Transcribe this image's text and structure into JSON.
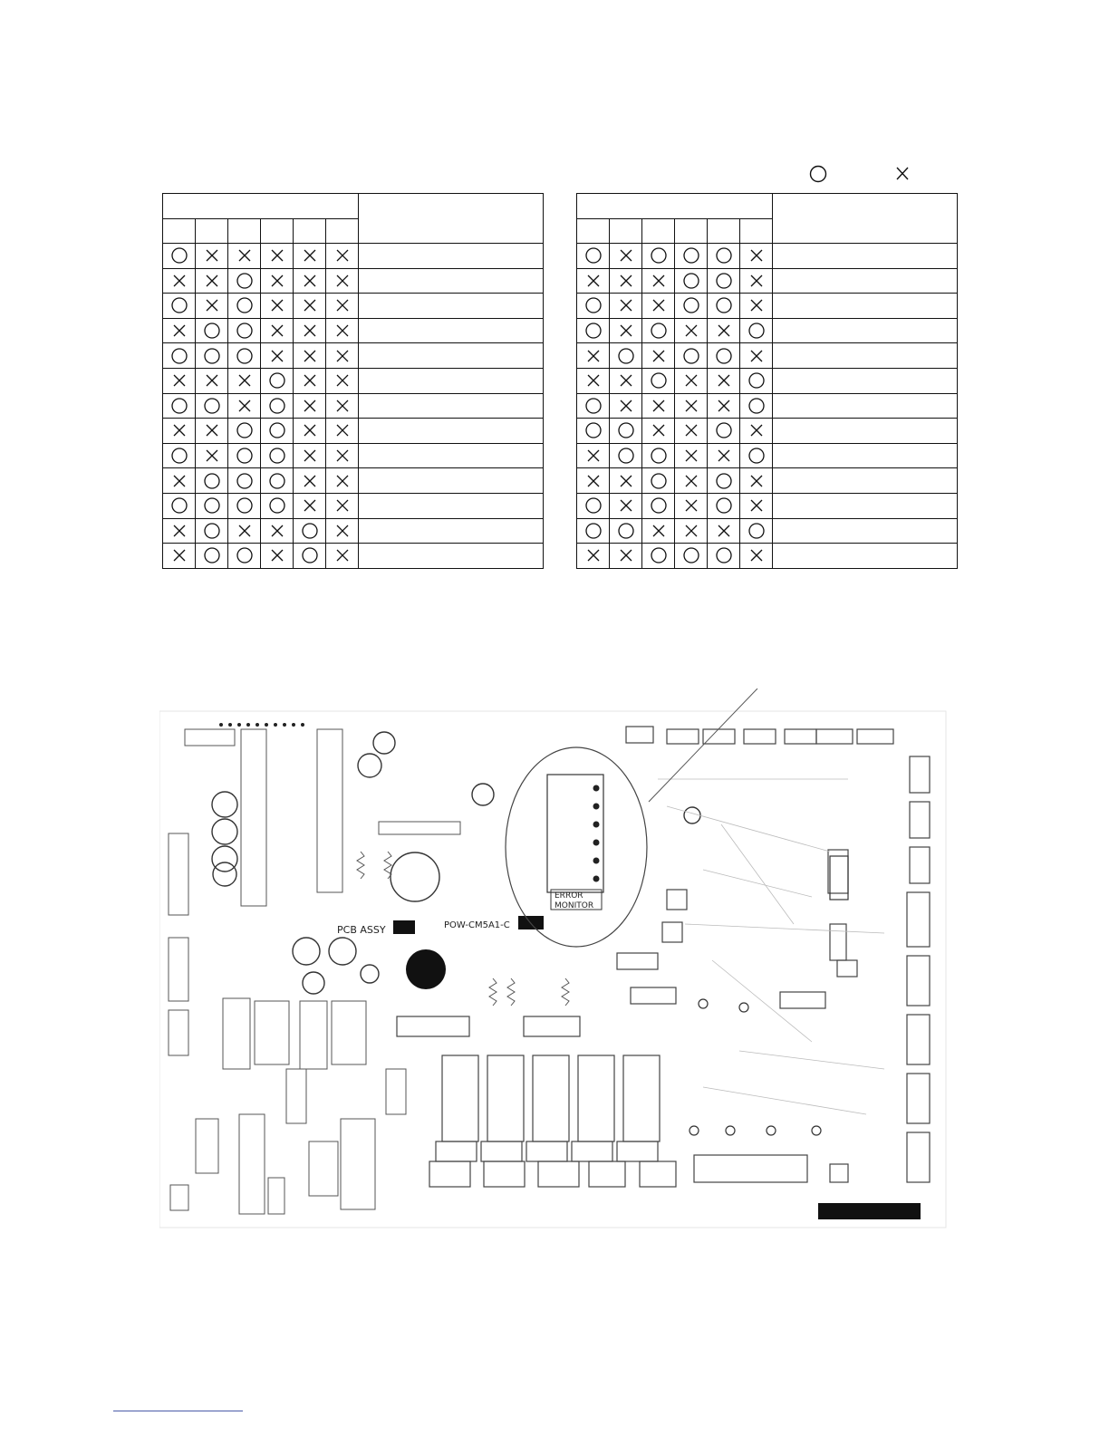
{
  "legend": {
    "lit": "lit-circle-icon",
    "unlit": "unlit-cross-icon"
  },
  "left_table": {
    "rows": [
      "OXXXXX",
      "XXOXXX",
      "OXOXXX",
      "XOOXXX",
      "OOOXXX",
      "XXXOXX",
      "OOXOXX",
      "XXOOXX",
      "OXOOXX",
      "XOOOXX",
      "OOOOXX",
      "XOXXOX",
      "XOOXOX"
    ]
  },
  "right_table": {
    "rows": [
      "OXOOOX",
      "XXXOOX",
      "OXXOOX",
      "OXOXXO",
      "XOXOOX",
      "XXOXXO",
      "OXXXXO",
      "OOXXOX",
      "XOOXXO",
      "XXOXOX",
      "OXOXOX",
      "OOXXXO",
      "XXOOOX"
    ]
  },
  "pcb": {
    "board_label": "PCB ASSY",
    "model_label": "POW-CM5A1-C",
    "callout_label_1": "ERROR",
    "callout_label_2": "MONITOR"
  }
}
